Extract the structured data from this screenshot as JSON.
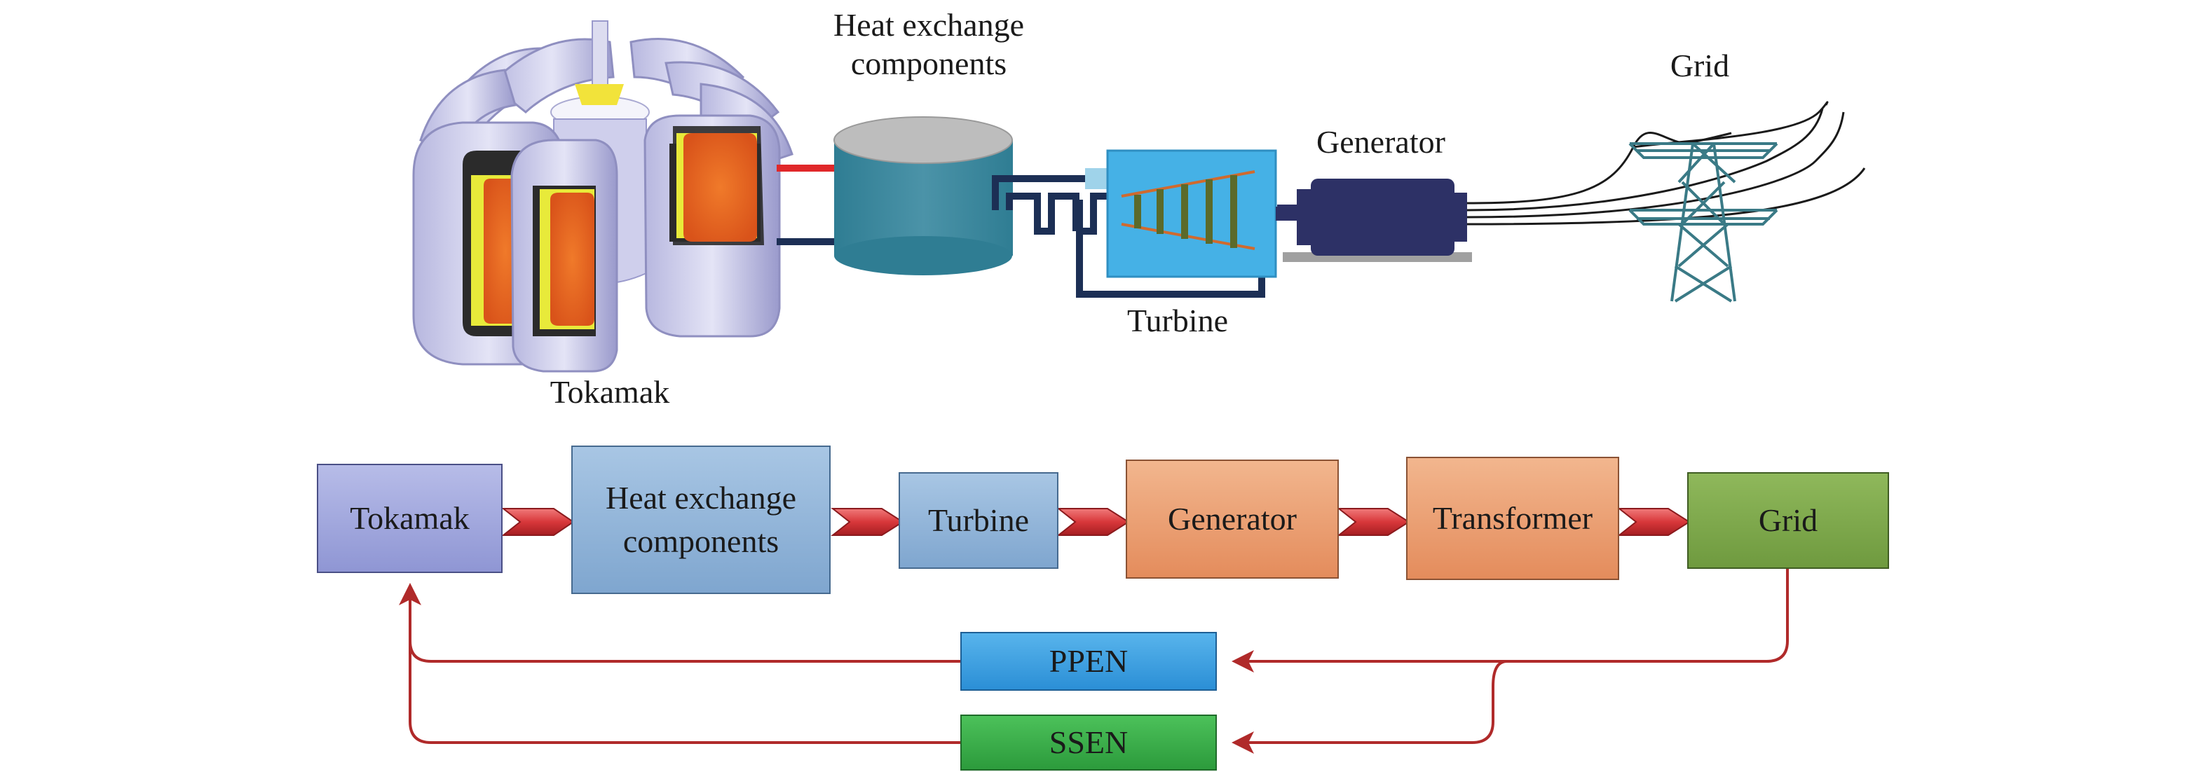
{
  "illustration": {
    "tokamak": "Tokamak",
    "heat_exchange": "Heat exchange components",
    "turbine": "Turbine",
    "generator": "Generator",
    "grid": "Grid"
  },
  "flow": {
    "tokamak": "Tokamak",
    "heat_exchange_line1": "Heat exchange",
    "heat_exchange_line2": "components",
    "turbine": "Turbine",
    "generator": "Generator",
    "transformer": "Transformer",
    "grid": "Grid",
    "ppen": "PPEN",
    "ssen": "SSEN"
  },
  "colors": {
    "feedback_arrow": "#b02a2a",
    "chevron": "#d8373a",
    "hot_pipe": "#e0282a",
    "cold_pipe": "#1c2f55",
    "generator_body": "#2d3166",
    "turbine_housing": "#45b1e6",
    "tank": "#3f8aa0",
    "plasma": "#ea6a1e"
  }
}
